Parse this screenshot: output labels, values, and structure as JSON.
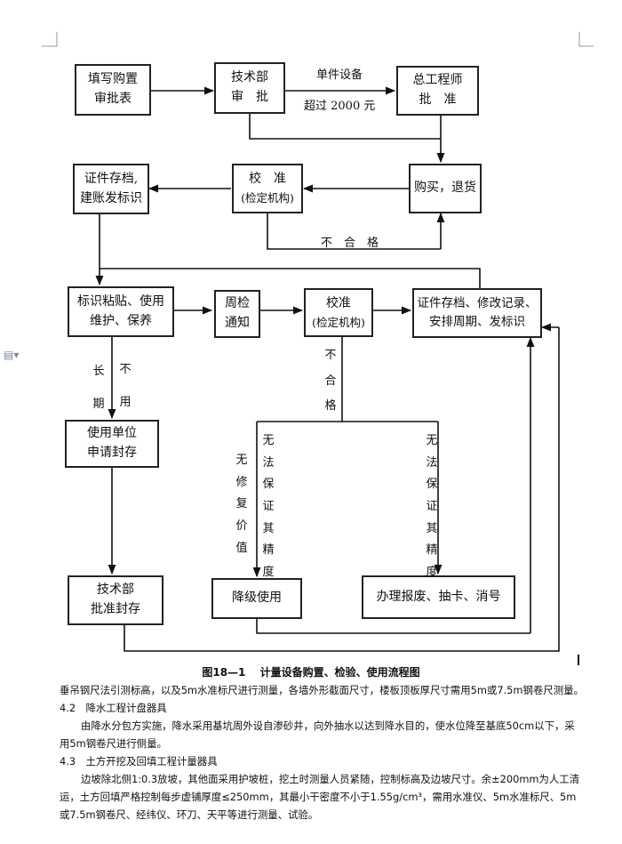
{
  "flowchart": {
    "boxes": {
      "fill_form": [
        "填写购置",
        "审批表"
      ],
      "tech_dept_approve": [
        "技术部",
        "审　批"
      ],
      "chief_engineer": [
        "总工程师",
        "批　准"
      ],
      "certificate_archive": [
        "证件存档,",
        "建账发标识"
      ],
      "calibrate_1": [
        "校　准",
        "(检定机构)"
      ],
      "purchase_return": [
        "购买，退货"
      ],
      "label_use": [
        "标识粘贴、使用",
        "维护、保养"
      ],
      "periodic_notice": [
        "周检",
        "通知"
      ],
      "calibrate_2": [
        "校准",
        "(检定机构)"
      ],
      "archive_modify": [
        "证件存档、修改记录、",
        "安排周期、发标识"
      ],
      "apply_seal": [
        "使用单位",
        "申请封存"
      ],
      "tech_approve_seal": [
        "技术部",
        "批准封存"
      ],
      "downgrade_use": [
        "降级使用"
      ],
      "scrap": [
        "办理报废、抽卡、消号"
      ]
    },
    "labels": {
      "single_equipment": "单件设备",
      "over_2000": "超过  2000  元",
      "unqualified_1": "不　合　格",
      "long_term": [
        "长",
        "期"
      ],
      "not_used": [
        "不",
        "用"
      ],
      "unqualified_2": [
        "不",
        "合",
        "格"
      ],
      "no_repair_value": [
        "无",
        "修",
        "复",
        "价",
        "值"
      ],
      "no_precision_1": [
        "无",
        "法",
        "保",
        "证",
        "其",
        "精",
        "度"
      ],
      "no_precision_2": [
        "无",
        "法",
        "保",
        "证",
        "其",
        "精",
        "度"
      ]
    }
  },
  "caption": {
    "number": "图18—1",
    "title": "计量设备购置、检验、使用流程图"
  },
  "body": {
    "p1": "垂吊钢尺法引测标高，以及5m水准标尺进行测量，各墙外形截面尺寸，楼板顶板厚尺寸需用5m或7.5m钢卷尺测量。",
    "h42": "4.2　降水工程计盘器具",
    "p2": "由降水分包方实施，降水采用基坑周外设自渗砂井，向外抽水以达到降水目的，使水位降至基底50cm以下，采用5m钢卷尺进行侧量。",
    "h43": "4.3　土方开挖及回填工程计量器具",
    "p3": "边坡除北侧1:0.3放坡，其他面采用护坡桩，挖土时测量人员紧随，控制标高及边坡尺寸。余±200mm为人工清运，土方回填严格控制每步虚铺厚度≤250mm，其最小干密度不小于1.55g/cm³，需用水准仪、5m水准标尺、5m或7.5m钢卷尺、经纬仪、环刀、天平等进行测量、试验。"
  }
}
